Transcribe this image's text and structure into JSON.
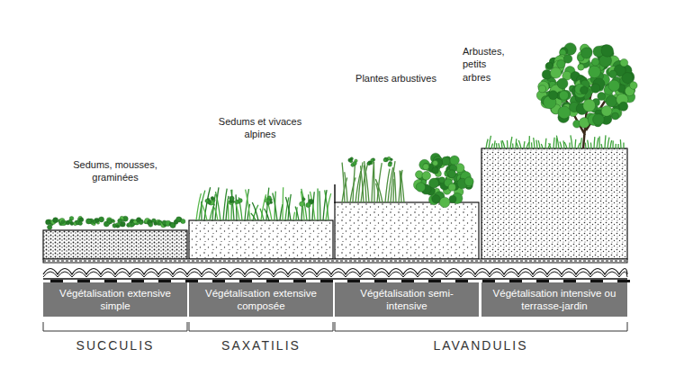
{
  "diagram": {
    "nodes": [
      {
        "text": [
          "Végétalisation extensive simple"
        ]
      },
      {
        "text": [
          "Végétalisation extensive composée"
        ]
      },
      {
        "text": [
          "Végétalisation semi-intensive"
        ]
      },
      {
        "text": [
          "Végétalisation intensive ou terrasse-jardin"
        ]
      }
    ],
    "labels": [
      "Sedums, mousses, graminées",
      "Sedums et vivaces alpines",
      "Plantes arbustives",
      "Arbustes, petits arbres",
      "SUCCULIS",
      "SAXATILIS",
      "LAVANDULIS"
    ]
  }
}
